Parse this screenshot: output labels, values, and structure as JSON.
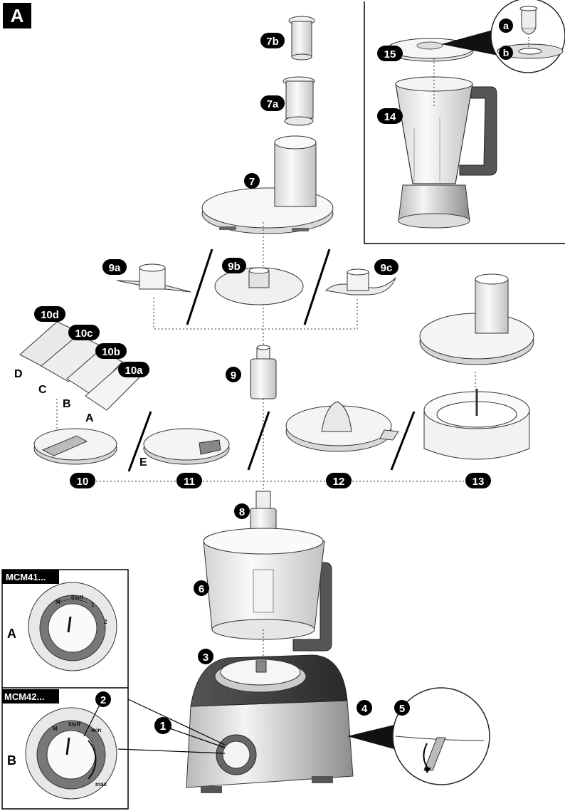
{
  "corner_tag": "A",
  "labels": {
    "n1": "1",
    "n2": "2",
    "n3": "3",
    "n4": "4",
    "n5": "5",
    "n6": "6",
    "n7": "7",
    "n7a": "7a",
    "n7b": "7b",
    "n8": "8",
    "n9": "9",
    "n9a": "9a",
    "n9b": "9b",
    "n9c": "9c",
    "n10": "10",
    "n10a": "10a",
    "n10b": "10b",
    "n10c": "10c",
    "n10d": "10d",
    "n11": "11",
    "n12": "12",
    "n13": "13",
    "n14": "14",
    "n15": "15",
    "a": "a",
    "b": "b"
  },
  "letters": {
    "A": "A",
    "B": "B",
    "C": "C",
    "D": "D",
    "E": "E"
  },
  "models": {
    "mcm41": {
      "header": "MCM41...",
      "variant": "A",
      "marks": [
        "M",
        "0/off",
        "1",
        "2"
      ]
    },
    "mcm42": {
      "header": "MCM42...",
      "variant": "B",
      "marks": [
        "M",
        "0/off",
        "min",
        "max"
      ]
    }
  }
}
